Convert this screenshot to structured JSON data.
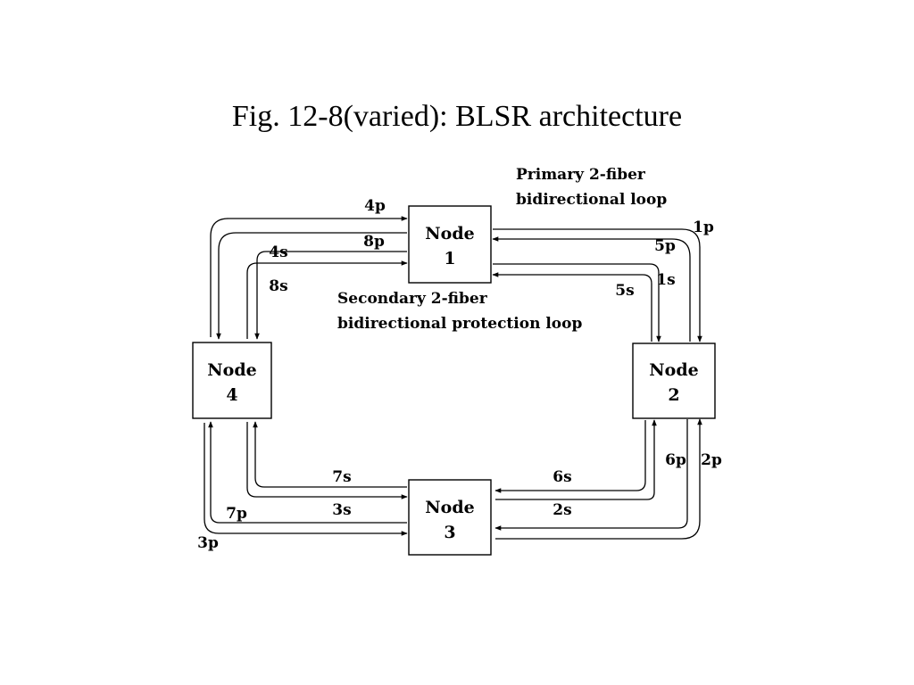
{
  "title": "Fig. 12-8(varied): BLSR architecture",
  "nodes": [
    {
      "line1": "Node",
      "line2": "1"
    },
    {
      "line1": "Node",
      "line2": "2"
    },
    {
      "line1": "Node",
      "line2": "3"
    },
    {
      "line1": "Node",
      "line2": "4"
    }
  ],
  "fiber_labels": {
    "p1": "1p",
    "p2": "2p",
    "p3": "3p",
    "p4": "4p",
    "p5": "5p",
    "p6": "6p",
    "p7": "7p",
    "p8": "8p",
    "s1": "1s",
    "s2": "2s",
    "s3": "3s",
    "s4": "4s",
    "s5": "5s",
    "s6": "6s",
    "s7": "7s",
    "s8": "8s"
  },
  "annotations": {
    "primary_line1": "Primary 2-fiber",
    "primary_line2": "bidirectional loop",
    "secondary_line1": "Secondary 2-fiber",
    "secondary_line2": "bidirectional protection loop"
  }
}
